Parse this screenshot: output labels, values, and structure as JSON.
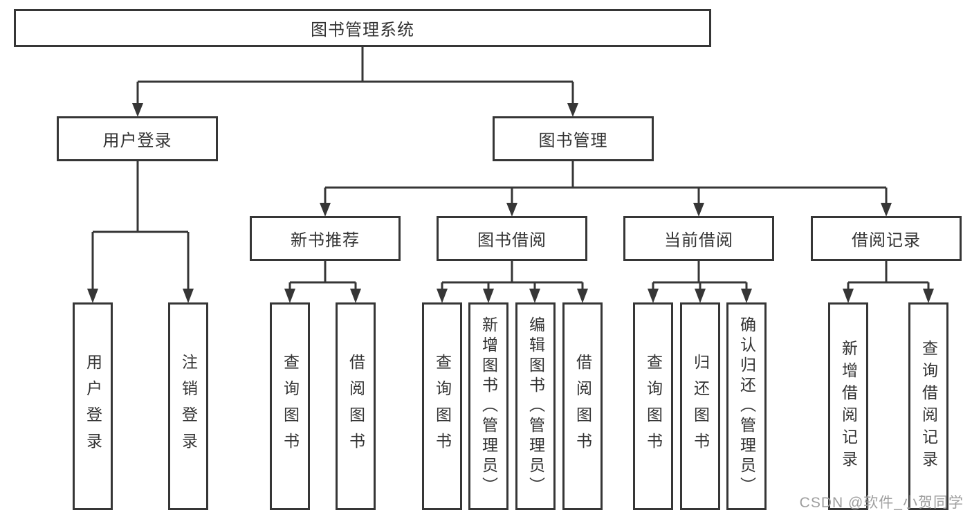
{
  "colors": {
    "line": "#363636",
    "text": "#333333",
    "background": "#ffffff",
    "watermark": "#9e9e9e"
  },
  "watermark": {
    "text": "CSDN @软件_小贺同学"
  },
  "tree": {
    "label": "图书管理系统",
    "children": [
      {
        "label": "用户登录",
        "children": [
          {
            "label": "用户登录"
          },
          {
            "label": "注销登录"
          }
        ]
      },
      {
        "label": "图书管理",
        "children": [
          {
            "label": "新书推荐",
            "children": [
              {
                "label": "查询图书"
              },
              {
                "label": "借阅图书"
              }
            ]
          },
          {
            "label": "图书借阅",
            "children": [
              {
                "label": "查询图书"
              },
              {
                "label": "新增图书（管理员）"
              },
              {
                "label": "编辑图书（管理员）"
              },
              {
                "label": "借阅图书"
              }
            ]
          },
          {
            "label": "当前借阅",
            "children": [
              {
                "label": "查询图书"
              },
              {
                "label": "归还图书"
              },
              {
                "label": "确认归还（管理员）"
              }
            ]
          },
          {
            "label": "借阅记录",
            "children": [
              {
                "label": "新增借阅记录"
              },
              {
                "label": "查询借阅记录"
              }
            ]
          }
        ]
      }
    ]
  }
}
